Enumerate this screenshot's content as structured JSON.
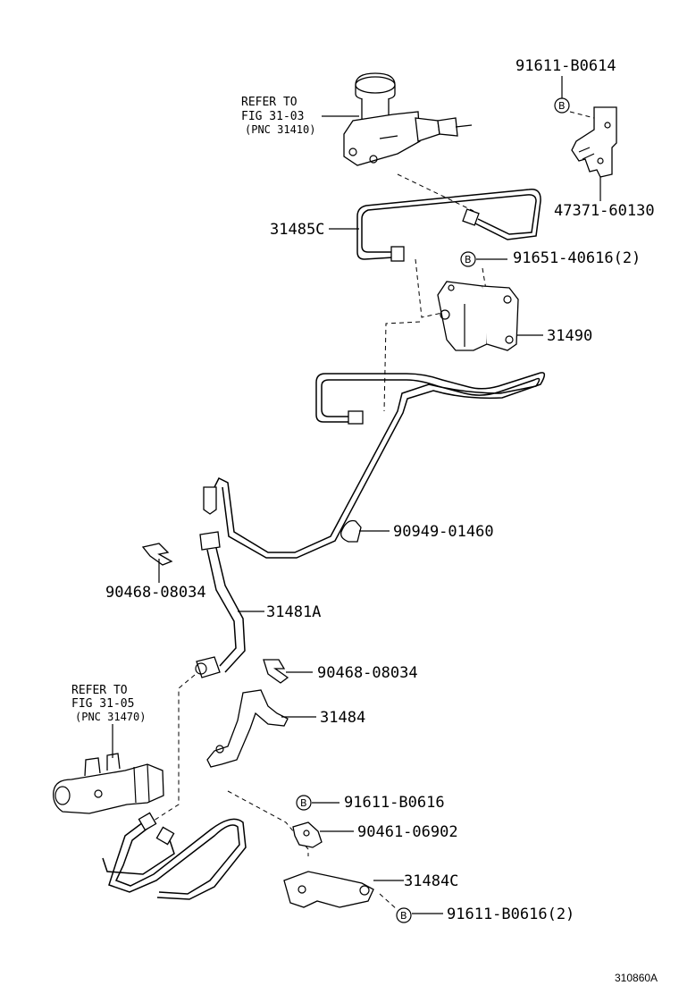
{
  "references": {
    "master_cylinder": {
      "line1": "REFER TO",
      "line2": "FIG 31-03",
      "line3": "(PNC 31410)"
    },
    "release_cylinder": {
      "line1": "REFER TO",
      "line2": "FIG 31-05",
      "line3": "(PNC 31470)"
    }
  },
  "parts": {
    "p91611_b0614": "91611-B0614",
    "p47371_60130": "47371-60130",
    "p31485c": "31485C",
    "p91651_40616": "91651-40616(2)",
    "p31490": "31490",
    "p90949_01460": "90949-01460",
    "p90468_08034_left": "90468-08034",
    "p31481a": "31481A",
    "p90468_08034_right": "90468-08034",
    "p31484": "31484",
    "p91611_b0616": "91611-B0616",
    "p90461_06902": "90461-06902",
    "p31484c": "31484C",
    "p91611_b0616_2": "91611-B0616(2)"
  },
  "bolt_marker": "B",
  "figure_id": "310860A"
}
